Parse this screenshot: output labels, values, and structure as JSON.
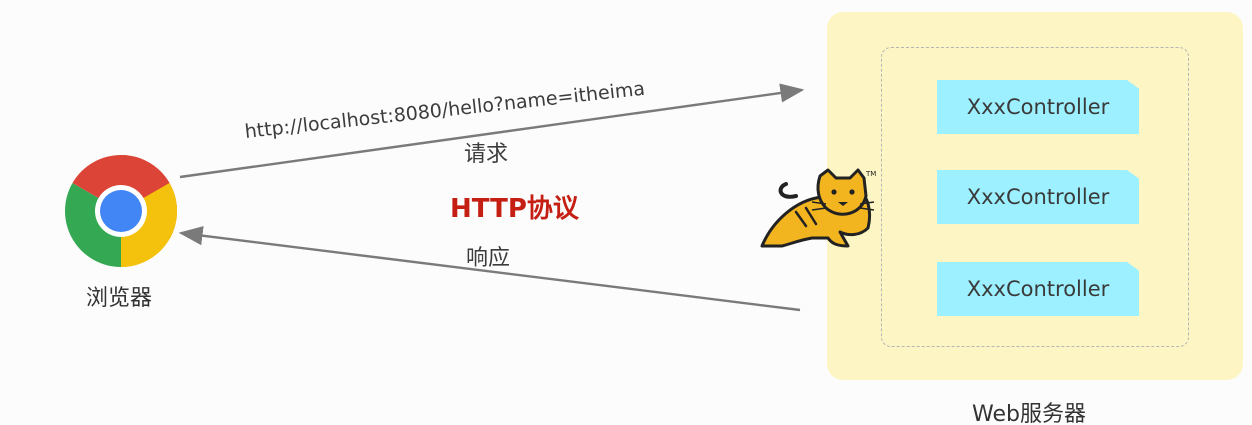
{
  "browser": {
    "label": "浏览器",
    "icon": "chrome-icon"
  },
  "request": {
    "url": "http://localhost:8080/hello?name=itheima",
    "label": "请求"
  },
  "protocol": {
    "label": "HTTP协议"
  },
  "response": {
    "label": "响应"
  },
  "server": {
    "label": "Web服务器",
    "icon": "tomcat-icon",
    "controllers": [
      "XxxController",
      "XxxController",
      "XxxController"
    ]
  },
  "colors": {
    "panel": "#fdf6c4",
    "controller": "#9cf0ff",
    "protocol_text": "#c51f14",
    "arrow": "#7a7a7a"
  }
}
